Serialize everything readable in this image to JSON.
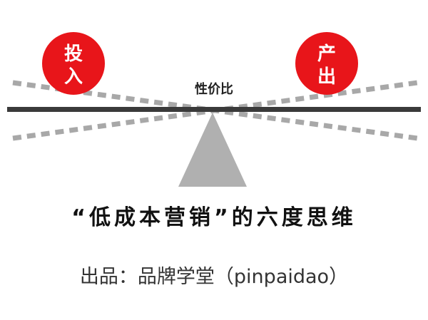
{
  "diagram": {
    "left_circle_label": [
      "投",
      "入"
    ],
    "right_circle_label": [
      "产",
      "出"
    ],
    "beam_label": "性价比",
    "colors": {
      "circle": "#e8151a",
      "circle_text": "#ffffff",
      "beam": "#3a3a3a",
      "dashed": "#a8a8a8",
      "fulcrum": "#b0b0b0",
      "label": "#222222"
    }
  },
  "title": "“低成本营销”的六度思维",
  "credit": "出品：品牌学堂（pinpaidao）"
}
